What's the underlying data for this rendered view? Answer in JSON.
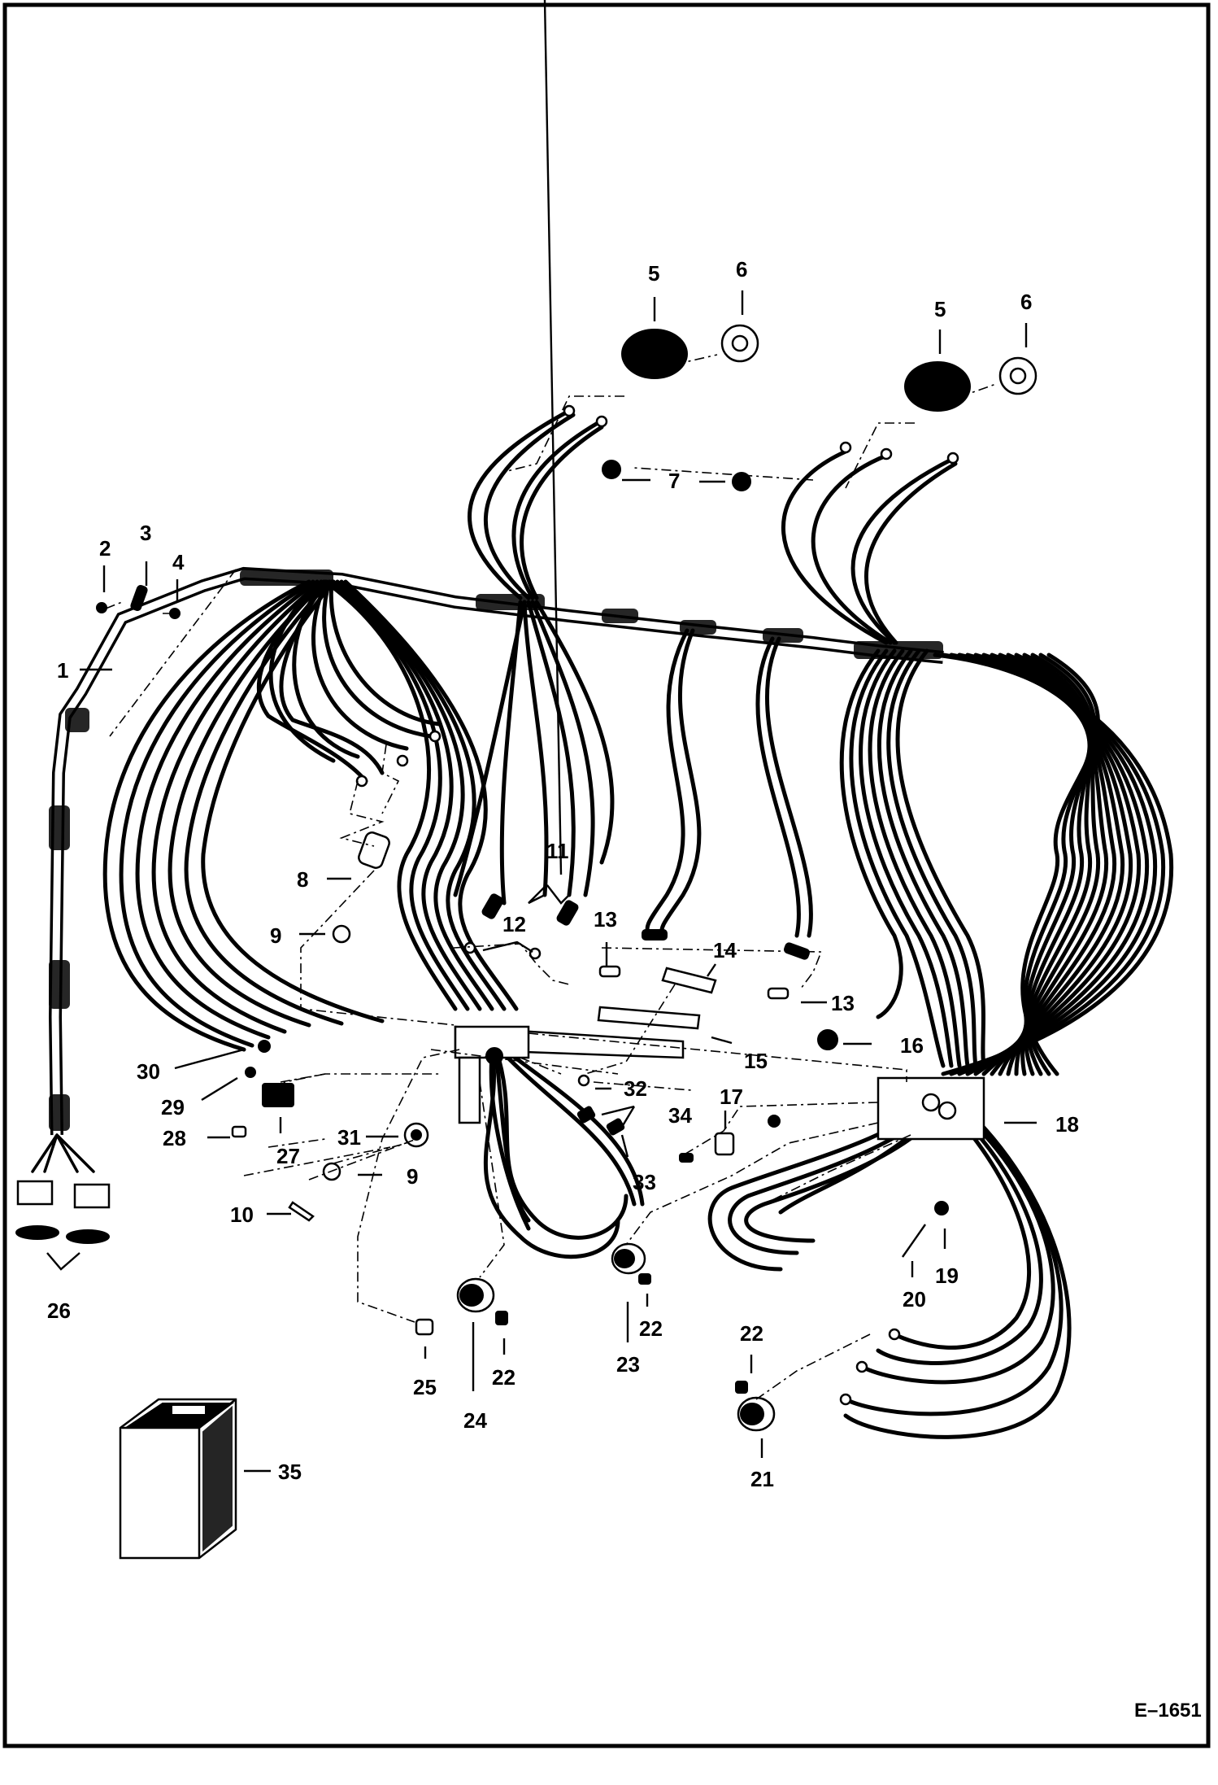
{
  "figure": {
    "id": "E–1651",
    "callouts": [
      "1",
      "2",
      "3",
      "4",
      "5",
      "5",
      "6",
      "6",
      "7",
      "8",
      "9",
      "9",
      "10",
      "11",
      "12",
      "13",
      "13",
      "14",
      "15",
      "16",
      "17",
      "18",
      "19",
      "20",
      "21",
      "22",
      "22",
      "22",
      "22",
      "23",
      "24",
      "25",
      "26",
      "27",
      "28",
      "29",
      "30",
      "31",
      "32",
      "33",
      "34",
      "35"
    ]
  }
}
